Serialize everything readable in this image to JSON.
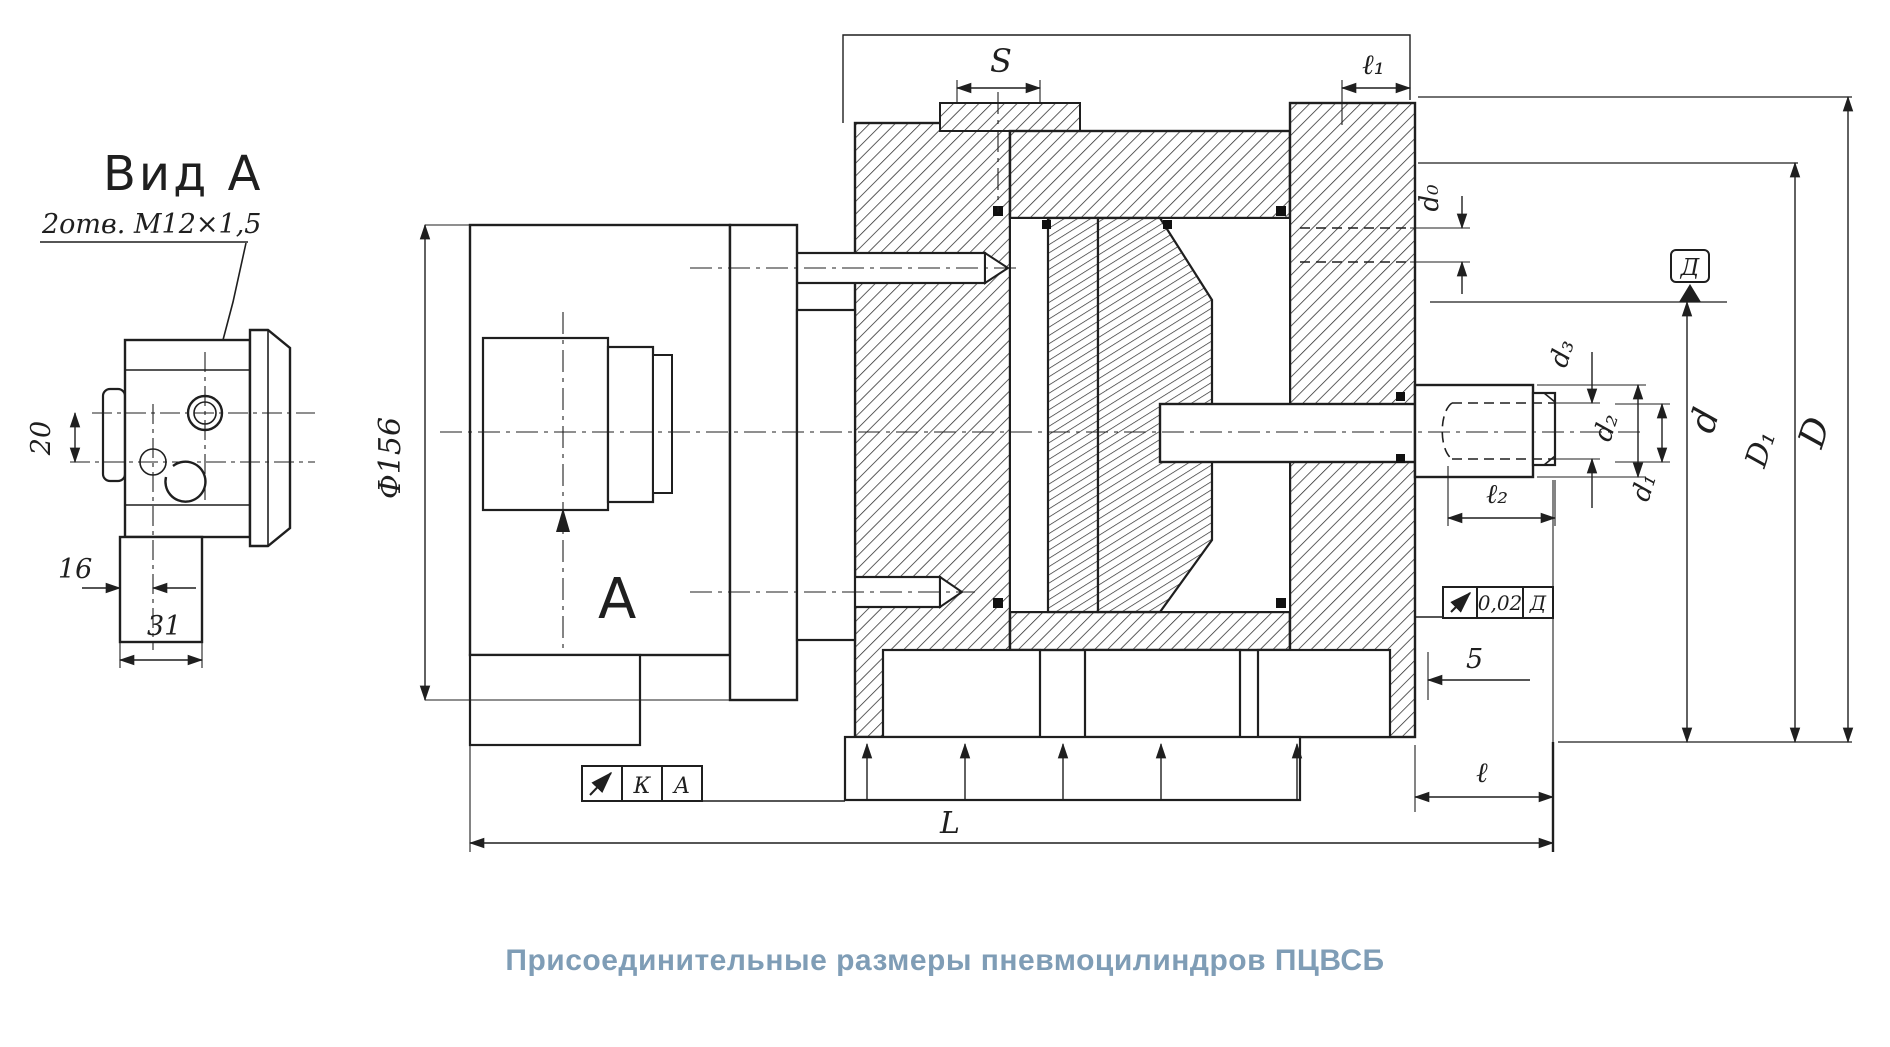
{
  "drawing": {
    "caption": "Присоединительные размеры пневмоцилиндров ПЦВСБ",
    "view_a": {
      "title": "Вид А",
      "note": "2отв. М12×1,5",
      "dim_20": "20",
      "dim_16": "16",
      "dim_31": "31"
    },
    "dims": {
      "S": "S",
      "l1": "ℓ₁",
      "d0": "d₀",
      "d3": "d₃",
      "d2": "d₂",
      "d1": "d₁",
      "d": "d",
      "D1": "D₁",
      "D": "D",
      "l2": "ℓ₂",
      "five": "5",
      "l": "ℓ",
      "L": "L",
      "phi156": "Ф156"
    },
    "view_arrow": "А",
    "datum_flag": "Д",
    "frames": {
      "runout": {
        "value": "0,02",
        "datum": "Д"
      },
      "mount": {
        "value": "К",
        "datum": "А"
      }
    },
    "colors": {
      "ink": "#1f1f1f",
      "caption": "#7f9db6",
      "paper": "#ffffff"
    }
  }
}
